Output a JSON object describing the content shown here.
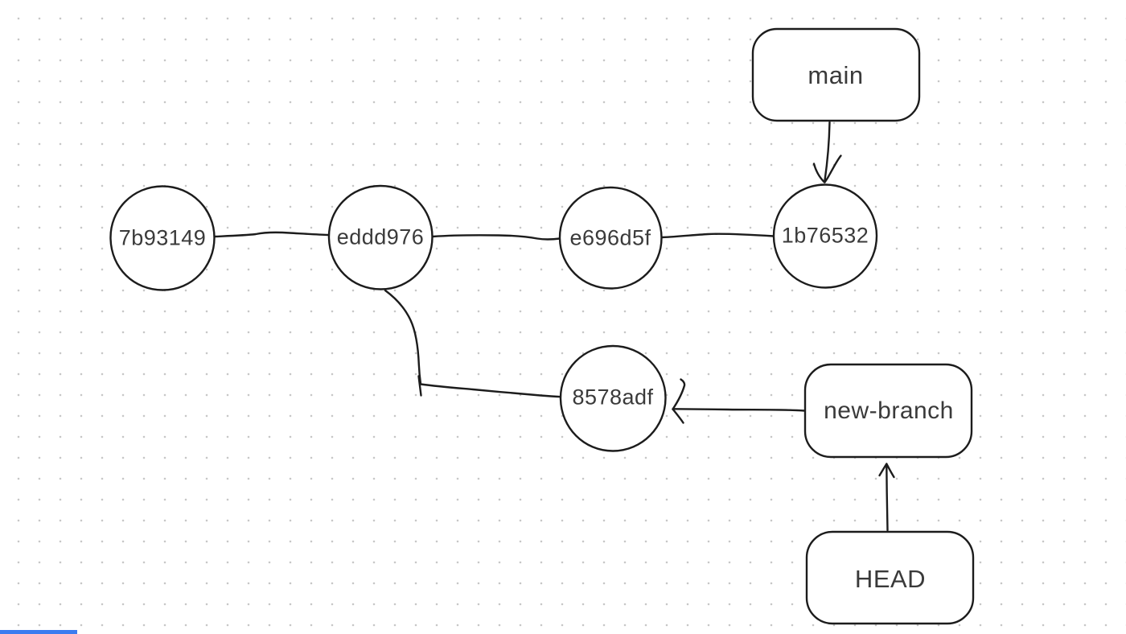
{
  "colors": {
    "background": "#ffffff",
    "grid_dot": "#c7c7c7",
    "stroke": "#1c1c1c",
    "text": "#3a3a3a",
    "scrollbar_thumb": "#3b7cf0"
  },
  "commits": [
    {
      "label": "7b93149"
    },
    {
      "label": "eddd976"
    },
    {
      "label": "e696d5f"
    },
    {
      "label": "1b76532"
    },
    {
      "label": "8578adf"
    }
  ],
  "refs": [
    {
      "label": "main"
    },
    {
      "label": "new-branch"
    },
    {
      "label": "HEAD"
    }
  ],
  "edges": [
    {
      "from": "7b93149",
      "to": "eddd976",
      "style": "line"
    },
    {
      "from": "eddd976",
      "to": "e696d5f",
      "style": "line"
    },
    {
      "from": "e696d5f",
      "to": "1b76532",
      "style": "line"
    },
    {
      "from": "eddd976",
      "to": "8578adf",
      "style": "line"
    },
    {
      "from": "main",
      "to": "1b76532",
      "style": "arrow"
    },
    {
      "from": "new-branch",
      "to": "8578adf",
      "style": "arrow"
    },
    {
      "from": "HEAD",
      "to": "new-branch",
      "style": "arrow"
    }
  ]
}
